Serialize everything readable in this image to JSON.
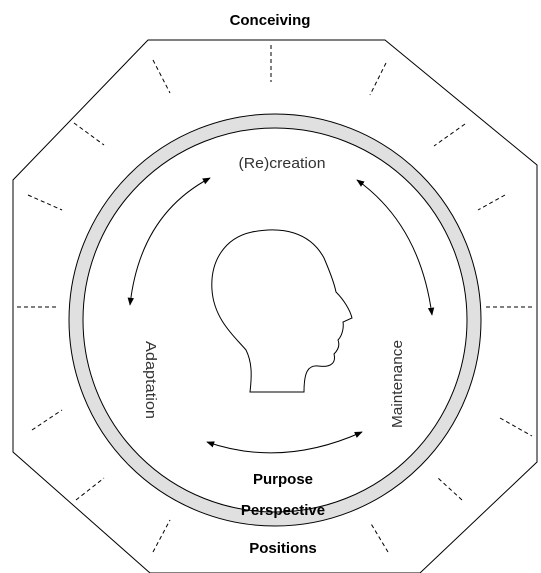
{
  "diagram": {
    "title": "Conceiving",
    "footer": "Positions",
    "ring_outer_label": "Perspective",
    "ring_inner_label": "Purpose",
    "cycle": {
      "top": "(Re)creation",
      "left": "Adaptation",
      "right": "Maintenance"
    },
    "colors": {
      "ring_fill": "#e0e0e0",
      "line": "#000000",
      "background": "#ffffff"
    },
    "icons": {
      "center": "human-head-profile-icon"
    }
  }
}
